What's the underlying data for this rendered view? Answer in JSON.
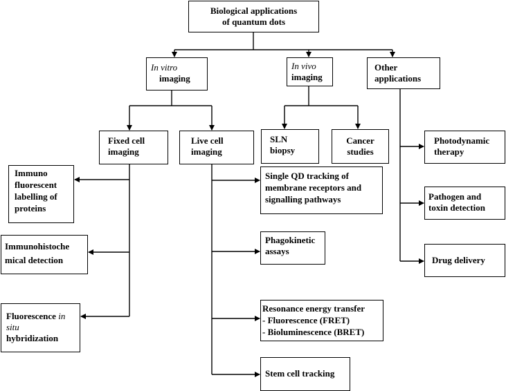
{
  "root": {
    "line1": "Biological applications",
    "line2": "of quantum dots"
  },
  "in_vitro": {
    "italic": "In vitro",
    "line2": "imaging"
  },
  "in_vivo": {
    "italic": "In vivo",
    "line2": "imaging"
  },
  "other": {
    "line1": "Other",
    "line2": "applications"
  },
  "fixed_cell": {
    "line1": "Fixed cell",
    "line2": "imaging"
  },
  "live_cell": {
    "line1": "Live cell",
    "line2": "imaging"
  },
  "sln": {
    "line1": "SLN",
    "line2": "biopsy"
  },
  "cancer": {
    "line1": "Cancer",
    "line2": "studies"
  },
  "immuno_fluorescent": {
    "line1": "Immuno",
    "line2": "fluorescent",
    "line3": "labelling of",
    "line4": "proteins"
  },
  "immunohisto": {
    "line1": "Immunohistoche",
    "line2": "mical detection"
  },
  "fish": {
    "line1_a": "Fluorescence ",
    "line1_italic": "in",
    "line2_italic": "situ",
    "line3": "hybridization"
  },
  "single_qd": {
    "line1": "Single QD tracking of",
    "line2": "membrane receptors and",
    "line3": "signalling pathways"
  },
  "phagokinetic": {
    "line1": "Phagokinetic",
    "line2": "assays"
  },
  "resonance": {
    "line1": "Resonance energy transfer",
    "line2": "- Fluorescence (FRET)",
    "line3": "- Bioluminescence (BRET)"
  },
  "stem_cell": {
    "line1": "Stem cell tracking"
  },
  "photodynamic": {
    "line1": "Photodynamic",
    "line2": "therapy"
  },
  "pathogen": {
    "line1": "Pathogen and",
    "line2": "toxin detection"
  },
  "drug_delivery": {
    "line1": "Drug delivery"
  }
}
